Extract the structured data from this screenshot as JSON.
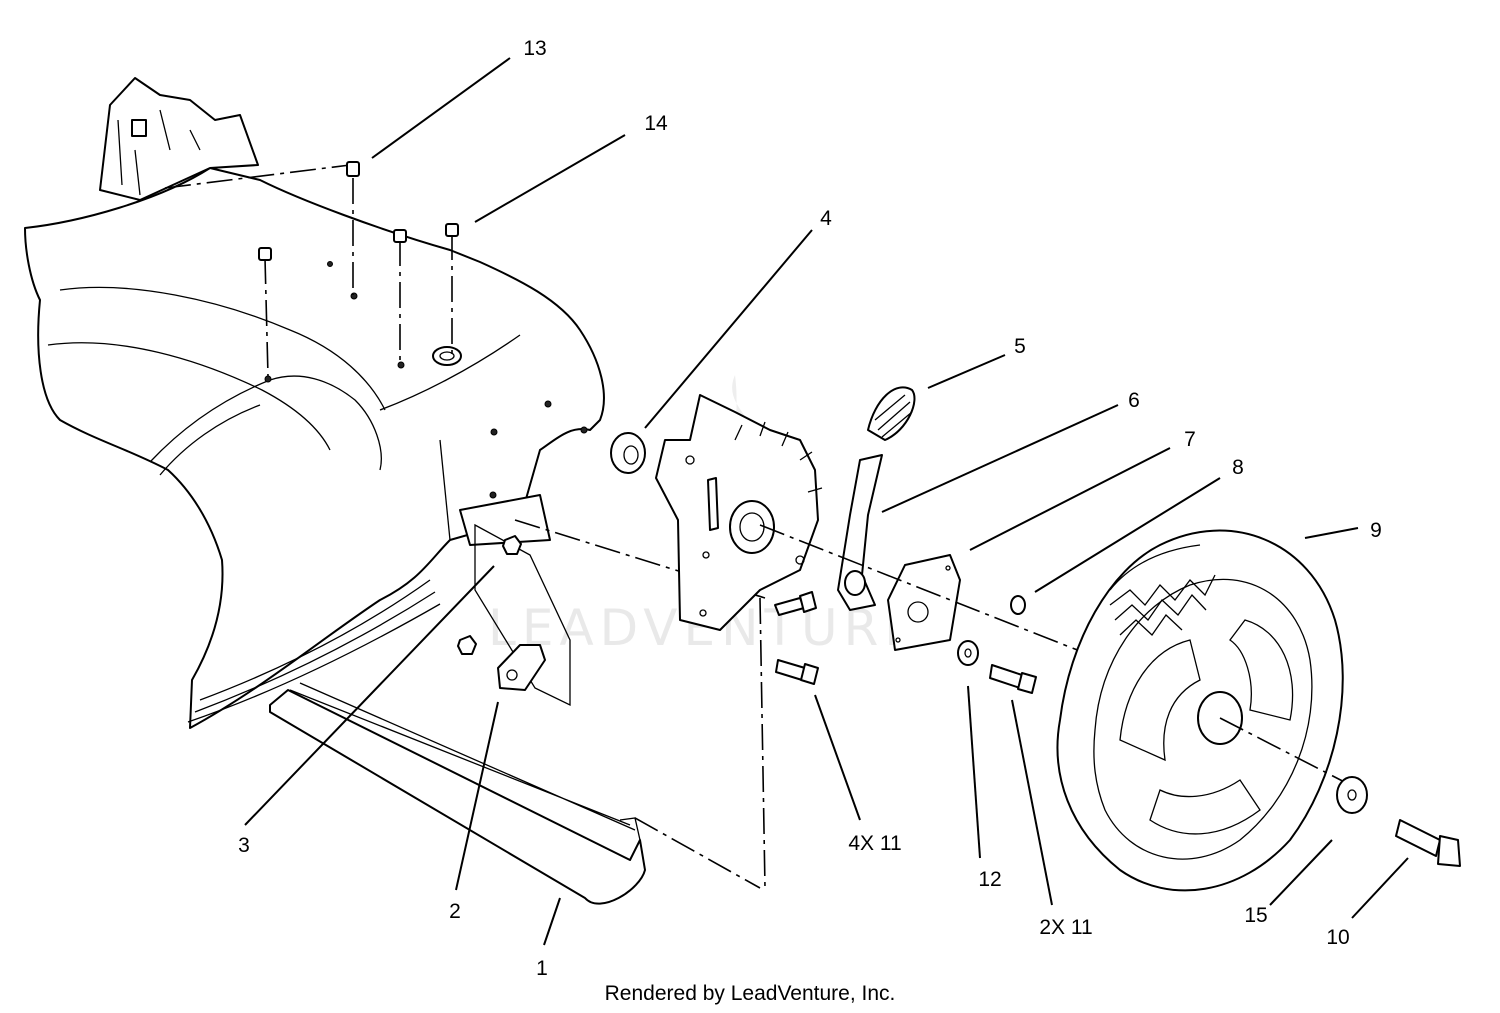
{
  "callouts": [
    {
      "id": "1",
      "label": "1"
    },
    {
      "id": "2",
      "label": "2"
    },
    {
      "id": "3",
      "label": "3"
    },
    {
      "id": "4",
      "label": "4"
    },
    {
      "id": "4x11",
      "label": "4X 11"
    },
    {
      "id": "5",
      "label": "5"
    },
    {
      "id": "6",
      "label": "6"
    },
    {
      "id": "7",
      "label": "7"
    },
    {
      "id": "8",
      "label": "8"
    },
    {
      "id": "9",
      "label": "9"
    },
    {
      "id": "10",
      "label": "10"
    },
    {
      "id": "12",
      "label": "12"
    },
    {
      "id": "2x11",
      "label": "2X 11"
    },
    {
      "id": "13",
      "label": "13"
    },
    {
      "id": "14",
      "label": "14"
    },
    {
      "id": "15",
      "label": "15"
    }
  ],
  "watermark": "LEADVENTURE",
  "credit": "Rendered by LeadVenture, Inc."
}
